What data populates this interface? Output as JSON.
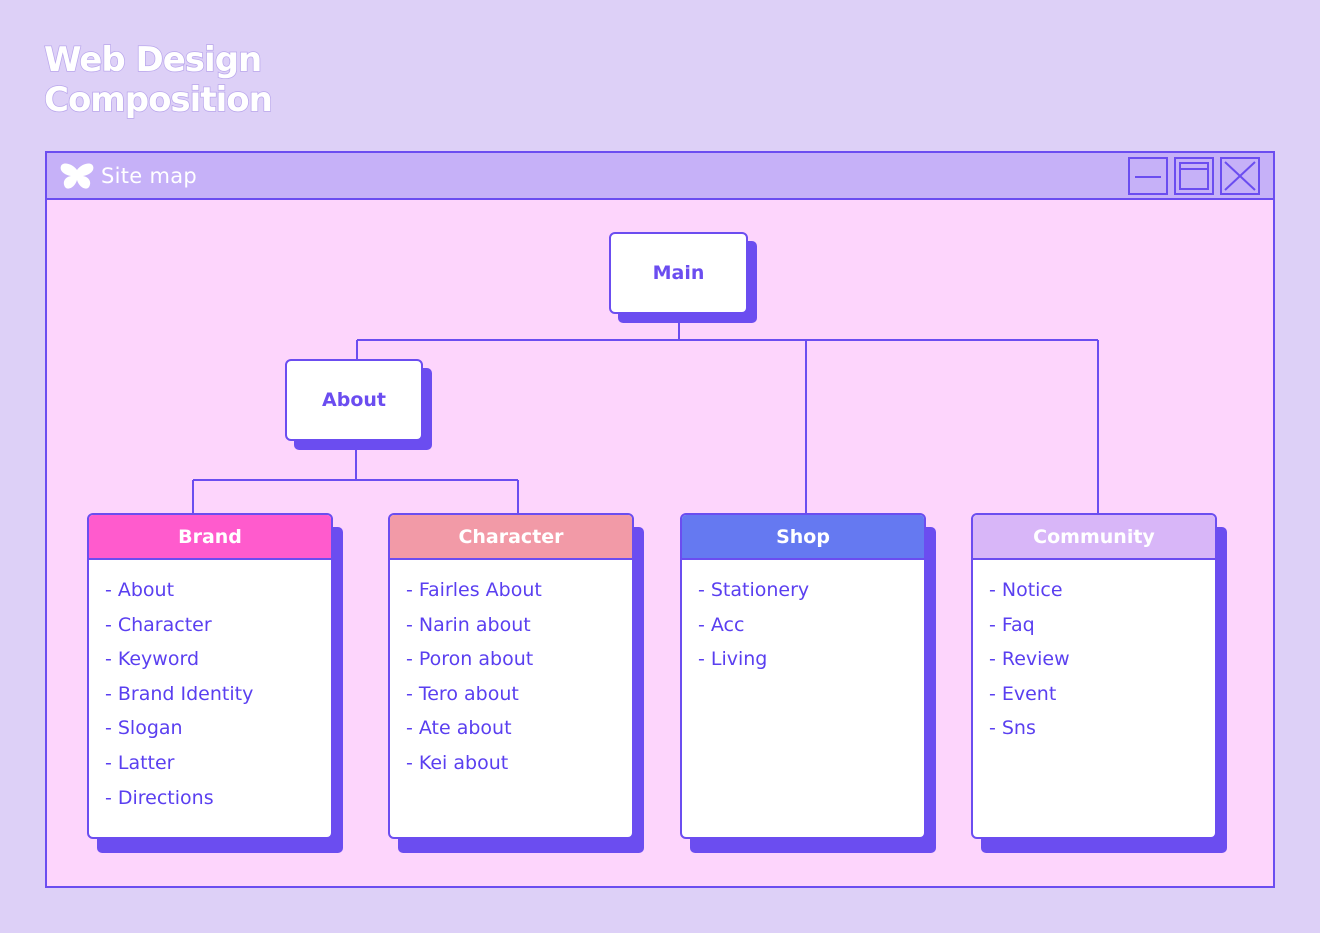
{
  "page": {
    "title_line1": "Web Design",
    "title_line2": "Composition"
  },
  "window": {
    "title": "Site map",
    "icon": "butterfly-icon",
    "buttons": [
      "minimize-icon",
      "maximize-icon",
      "close-icon"
    ]
  },
  "sitemap": {
    "root": "Main",
    "sub": "About",
    "dash": "-",
    "categories": [
      {
        "name": "Brand",
        "color": "#ff5bcd",
        "items": [
          "About",
          "Character",
          "Keyword",
          "Brand Identity",
          "Slogan",
          "Latter",
          "Directions"
        ]
      },
      {
        "name": "Character",
        "color": "#f29aa7",
        "items": [
          "Fairles About",
          "Narin about",
          "Poron about",
          "Tero about",
          "Ate about",
          "Kei about"
        ]
      },
      {
        "name": "Shop",
        "color": "#6579f1",
        "items": [
          "Stationery",
          "Acc",
          "Living"
        ]
      },
      {
        "name": "Community",
        "color": "#d8b6f8",
        "items": [
          "Notice",
          "Faq",
          "Review",
          "Event",
          "Sns"
        ]
      }
    ]
  },
  "colors": {
    "accent": "#6b4df0",
    "background": "#ddd0f7",
    "window_body": "#fdd5fc",
    "titlebar": "#c6b1f8"
  }
}
